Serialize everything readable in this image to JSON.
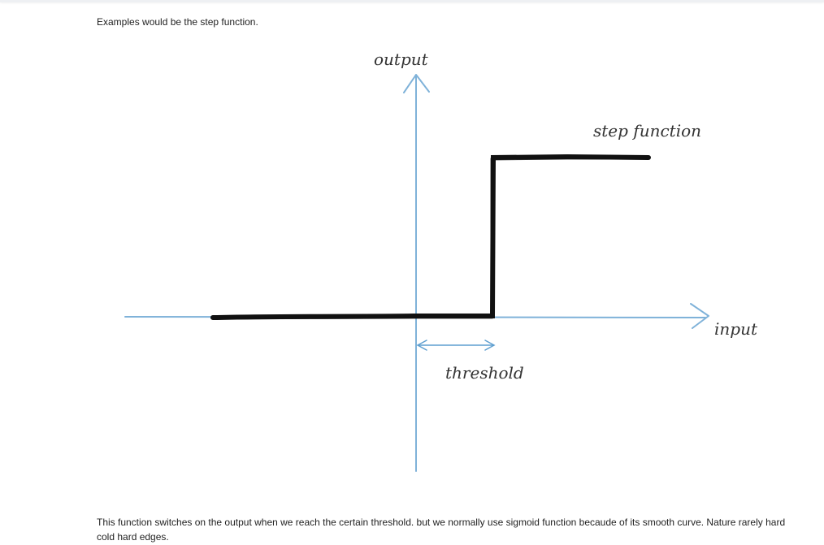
{
  "intro_text": "Examples would be the step function.",
  "figure": {
    "y_axis_label": "output",
    "x_axis_label": "input",
    "curve_label": "step function",
    "threshold_label": "threshold",
    "axis_color": "#7fb2d9",
    "curve_color": "#111111"
  },
  "body_text": "This function switches on the output when we reach the certain threshold. but we normally use sigmoid function becaude of its smooth curve. Nature rarely hard cold hard edges."
}
